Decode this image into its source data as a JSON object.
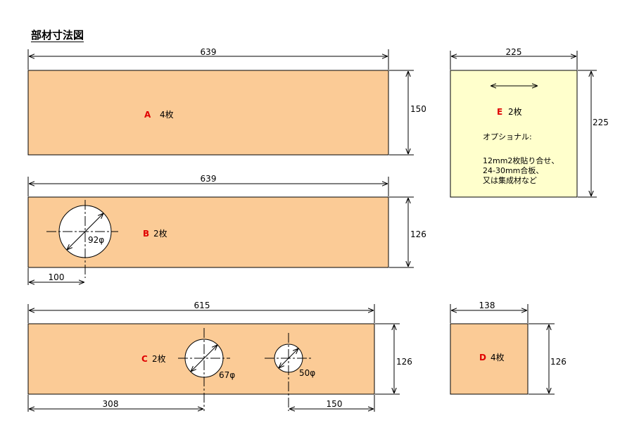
{
  "title": "部材寸法図",
  "colors": {
    "part": "#fbcb96",
    "optional": "#ffffcc",
    "hole": "#ffffff",
    "label": "#e00000",
    "line": "#000000"
  },
  "parts": {
    "A": {
      "letter": "A",
      "count": "4枚",
      "width": "639",
      "height": "150"
    },
    "B": {
      "letter": "B",
      "count": "2枚",
      "width": "639",
      "height": "126",
      "hole_dia": "92φ",
      "hole_offset": "100"
    },
    "C": {
      "letter": "C",
      "count": "2枚",
      "width": "615",
      "height": "126",
      "hole1_dia": "67φ",
      "hole2_dia": "50φ",
      "hole1_offset": "308",
      "hole2_offset": "150"
    },
    "D": {
      "letter": "D",
      "count": "4枚",
      "width": "138",
      "height": "126"
    },
    "E": {
      "letter": "E",
      "count": "2枚",
      "width": "225",
      "height": "225",
      "note_title": "オプショナル:",
      "note_lines": [
        "12mm2枚貼り合せ、",
        "24-30mm合板、",
        "又は集成材など"
      ]
    }
  }
}
